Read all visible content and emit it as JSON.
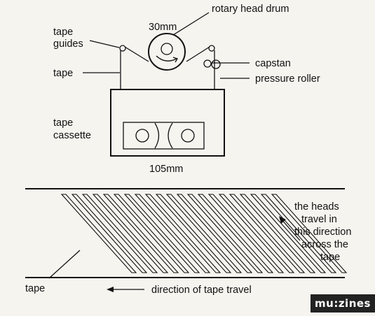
{
  "labels": {
    "rotary_head_drum": "rotary head drum",
    "drum_size": "30mm",
    "tape_guides_line1": "tape",
    "tape_guides_line2": "guides",
    "tape_top": "tape",
    "capstan": "capstan",
    "pressure_roller": "pressure roller",
    "cassette_line1": "tape",
    "cassette_line2": "cassette",
    "cassette_width": "105mm",
    "heads_line1": "the heads",
    "heads_line2": "travel in",
    "heads_line3": "this direction",
    "heads_line4": "across the",
    "heads_line5": "tape",
    "tape_bottom": "tape",
    "direction_of_travel": "direction of tape travel"
  },
  "logo": "mu:zines"
}
